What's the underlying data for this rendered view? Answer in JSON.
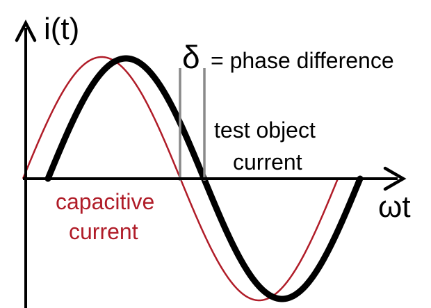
{
  "labels": {
    "y_axis": "i(t)",
    "x_axis": "ωt",
    "delta_symbol": "δ",
    "delta_text": "= phase difference",
    "test_current_line1": "test object",
    "test_current_line2": "current",
    "capacitive_line1": "capacitive",
    "capacitive_line2": "current"
  },
  "colors": {
    "test_current": "#000000",
    "capacitive_current": "#b01c28",
    "phase_markers": "#8a8a8a",
    "axes": "#000000"
  }
}
